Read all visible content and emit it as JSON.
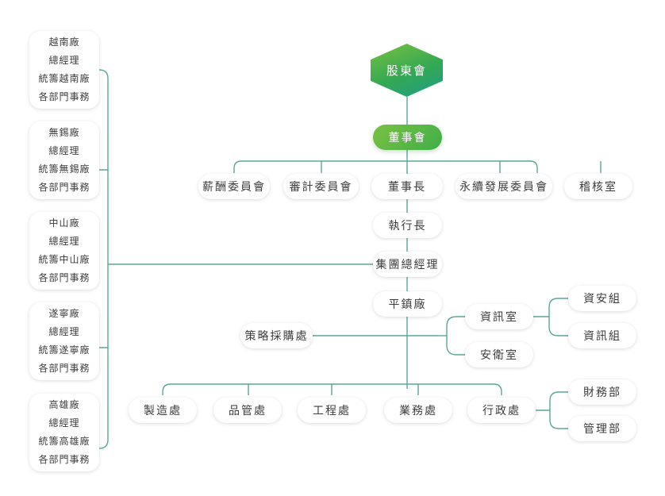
{
  "colors": {
    "line": "#5aa69a",
    "accent": "#3fae49"
  },
  "top": {
    "shareholders": "股東會",
    "board": "董事會"
  },
  "committees": [
    "薪酬委員會",
    "審計委員會",
    "董事長",
    "永續發展委員會",
    "稽核室"
  ],
  "chain": [
    "執行長",
    "集團總經理",
    "平鎮廠"
  ],
  "procurement": "策略採購處",
  "it": {
    "office": "資訊室",
    "security_office": "安衛室",
    "sec_group": "資安組",
    "info_group": "資訊組"
  },
  "departments": [
    "製造處",
    "品管處",
    "工程處",
    "業務處",
    "行政處"
  ],
  "admin_sub": [
    "財務部",
    "管理部"
  ],
  "plants": [
    {
      "lines": [
        "越南廠",
        "總經理",
        "統籌越南廠",
        "各部門事務"
      ]
    },
    {
      "lines": [
        "無錫廠",
        "總經理",
        "統籌無錫廠",
        "各部門事務"
      ]
    },
    {
      "lines": [
        "中山廠",
        "總經理",
        "統籌中山廠",
        "各部門事務"
      ]
    },
    {
      "lines": [
        "遂寧廠",
        "總經理",
        "統籌遂寧廠",
        "各部門事務"
      ]
    },
    {
      "lines": [
        "高雄廠",
        "總經理",
        "統籌高雄廠",
        "各部門事務"
      ]
    }
  ]
}
